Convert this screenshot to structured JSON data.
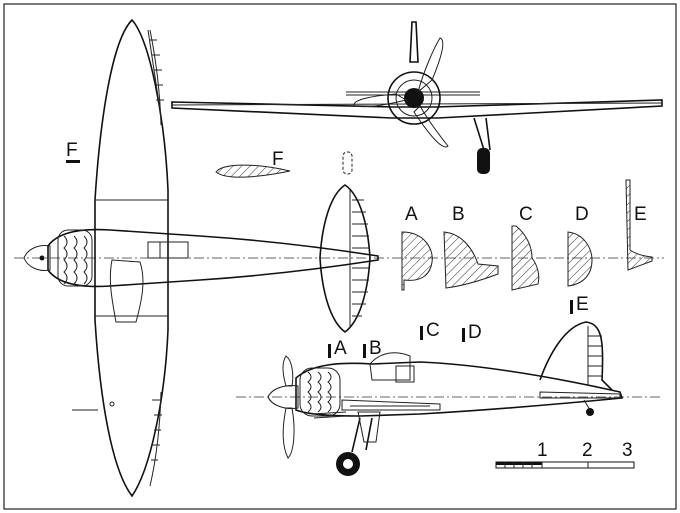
{
  "section_labels": {
    "a": "A",
    "b": "B",
    "c": "C",
    "d": "D",
    "e": "E",
    "f": "F"
  },
  "cut_marks": {
    "a": "A",
    "b": "B",
    "c": "C",
    "d": "D",
    "e": "E",
    "f": "F"
  },
  "scale_bar": {
    "ticks": [
      "1",
      "2",
      "3"
    ]
  }
}
